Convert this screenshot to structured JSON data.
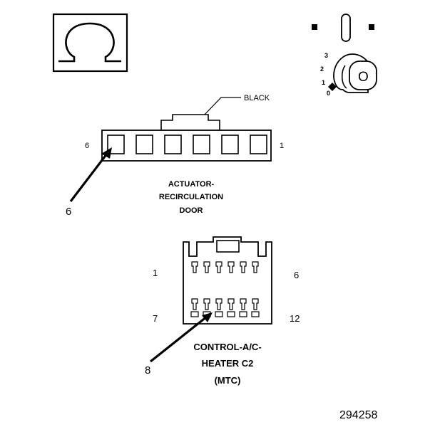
{
  "ohmmeter": {
    "symbol": "Ω",
    "icon": "ohm-symbol-icon"
  },
  "ignition_switch": {
    "key_letter": "O",
    "positions": [
      "3",
      "2",
      "1",
      "0"
    ],
    "icon": "ignition-key-icon"
  },
  "connector_actuator": {
    "label_lines": [
      "ACTUATOR-",
      "RECIRCULATION",
      "DOOR"
    ],
    "color": "BLACK",
    "pin_left": "6",
    "pin_right": "1",
    "callout": "6",
    "cavity_count": 6
  },
  "connector_control": {
    "label_lines": [
      "CONTROL-A/C-",
      "HEATER C2",
      "(MTC)"
    ],
    "pin_top_left": "1",
    "pin_top_right": "6",
    "pin_bottom_left": "7",
    "pin_bottom_right": "12",
    "callout": "8",
    "terminals_per_row": 6
  },
  "figure_number": "294258"
}
